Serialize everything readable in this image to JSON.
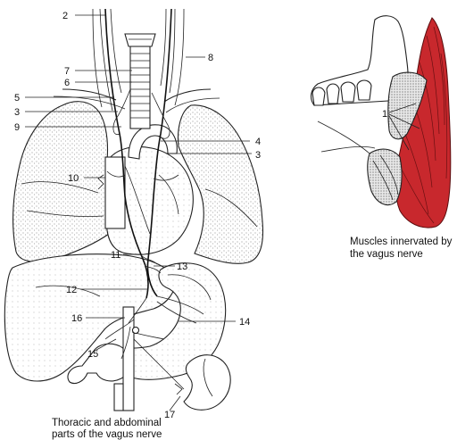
{
  "labels": {
    "n1": "1",
    "n2": "2",
    "n3a": "3",
    "n3b": "3",
    "n4": "4",
    "n5": "5",
    "n6": "6",
    "n7": "7",
    "n8": "8",
    "n9": "9",
    "n10": "10",
    "n11": "11",
    "n12": "12",
    "n13": "13",
    "n14": "14",
    "n15": "15",
    "n16": "16",
    "n17": "17"
  },
  "captions": {
    "muscles_line1": "Muscles innervated by",
    "muscles_line2": "the vagus nerve",
    "thoracic_line1": "Thoracic and abdominal",
    "thoracic_line2": "parts of the vagus nerve"
  },
  "colors": {
    "muscle": "#c8282d",
    "ink": "#222222",
    "lung_stipple": "#9a9a9a"
  }
}
